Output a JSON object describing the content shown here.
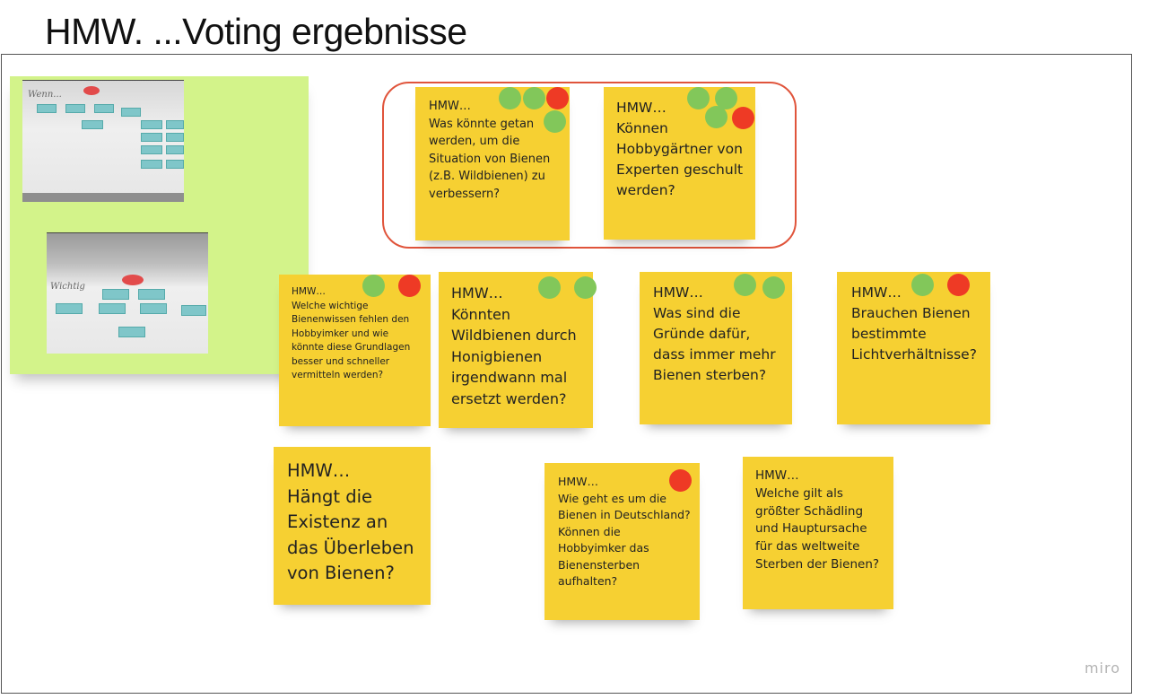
{
  "page": {
    "title": "HMW. ...Voting ergebnisse"
  },
  "colors": {
    "sticky_yellow": "#f6d032",
    "sticky_green": "#d3f38a",
    "dot_green": "#82c75a",
    "dot_red": "#ee3a25",
    "highlight_border": "#e0543b"
  },
  "photos": {
    "photo1": {
      "scribble": "Wenn..."
    },
    "photo2": {
      "scribble": "Wichtig"
    }
  },
  "notes": {
    "n1": {
      "text": "HMW…\nWas könnte getan\nwerden, um die\nSituation von Bienen\n(z.B. Wildbienen) zu\nverbessern?",
      "votes_green": 3,
      "votes_red": 1
    },
    "n2": {
      "text": "HMW…\nKönnen\nHobbygärtner von\nExperten geschult\nwerden?",
      "votes_green": 3,
      "votes_red": 1
    },
    "n3": {
      "text": "HMW…\nWelche wichtige\nBienenwissen fehlen den\nHobbyimker und wie\nkönnte diese Grundlagen\nbesser und schneller\nvermitteln werden?",
      "votes_green": 1,
      "votes_red": 1
    },
    "n4": {
      "text": "HMW…\nKönnten\nWildbienen durch\nHonigbienen\nirgendwann mal\nersetzt werden?",
      "votes_green": 2,
      "votes_red": 0
    },
    "n5": {
      "text": "HMW…\nWas sind die\nGründe dafür,\ndass immer mehr\nBienen sterben?",
      "votes_green": 2,
      "votes_red": 0
    },
    "n6": {
      "text": "HMW…\nBrauchen Bienen\nbestimmte\nLichtverhältnisse?",
      "votes_green": 1,
      "votes_red": 1
    },
    "n7": {
      "text": "HMW…\nHängt die\nExistenz an\ndas Überleben\nvon Bienen?",
      "votes_green": 0,
      "votes_red": 0
    },
    "n8": {
      "text": "HMW…\nWie geht es um die\nBienen in Deutschland?\nKönnen die\nHobbyimker das\nBienensterben\naufhalten?",
      "votes_green": 0,
      "votes_red": 1
    },
    "n9": {
      "text": "HMW…\nWelche gilt als\ngrößter Schädling\nund Hauptursache\nfür das weltweite\nSterben der Bienen?",
      "votes_green": 0,
      "votes_red": 0
    }
  },
  "watermark": "miro"
}
